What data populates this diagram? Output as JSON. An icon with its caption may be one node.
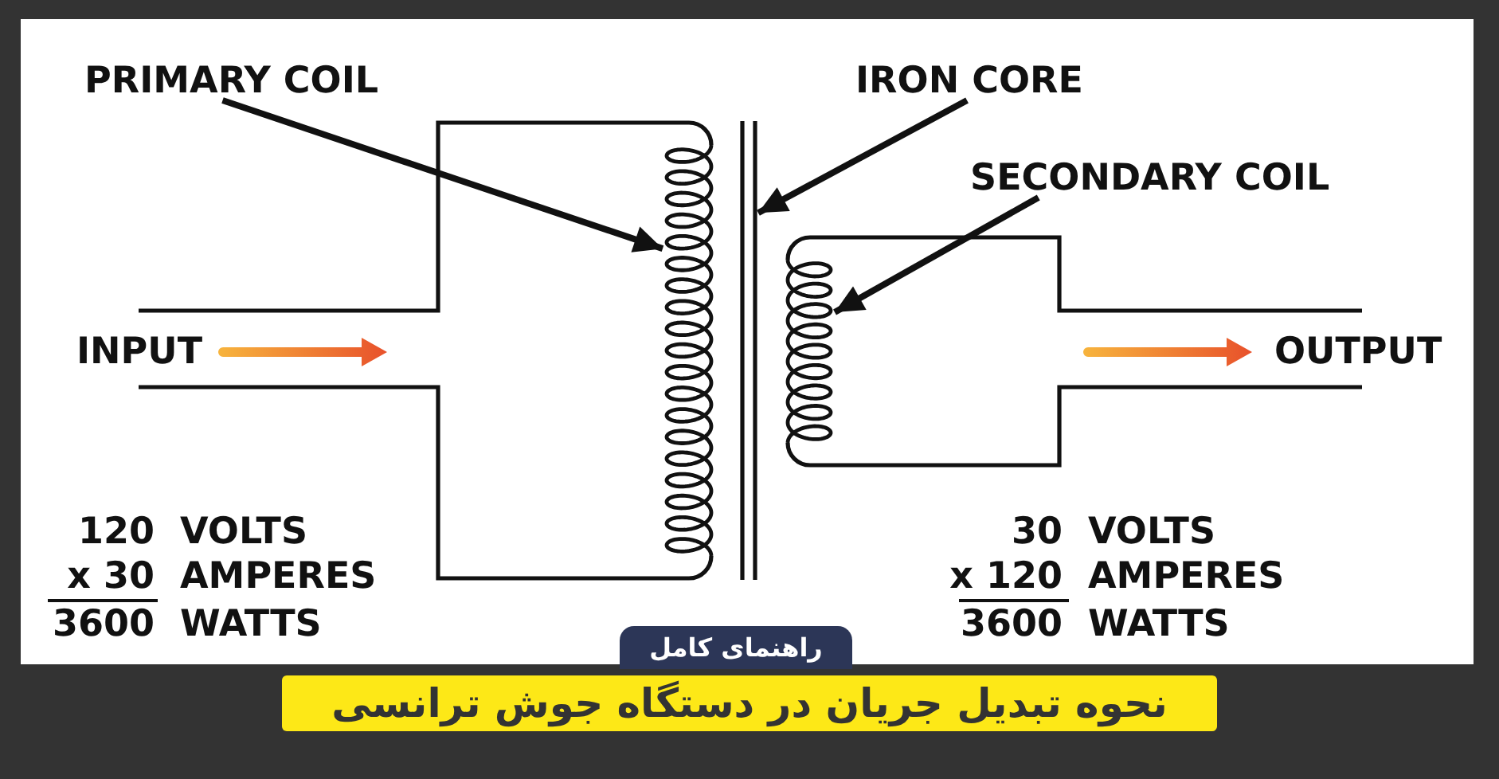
{
  "diagram": {
    "title": "نحوه تبدیل جریان در دستگاه جوش ترانسی",
    "nodes": [
      {
        "text": [
          "PRIMARY COIL"
        ]
      },
      {
        "text": [],
        "shape": "coil"
      },
      {
        "text": [
          "IRON CORE"
        ]
      },
      {
        "text": [],
        "shape": "bar"
      },
      {
        "text": [
          "SECONDARY COIL"
        ]
      },
      {
        "text": [],
        "shape": "coil"
      }
    ],
    "edges": [
      {
        "from": 0,
        "to": 1,
        "arrow": "to"
      },
      {
        "from": 2,
        "to": 3,
        "arrow": "to"
      },
      {
        "from": 4,
        "to": 5,
        "arrow": "to"
      }
    ],
    "labels": [
      "INPUT",
      "OUTPUT",
      "120",
      "VOLTS",
      "x 30",
      "AMPERES",
      "3600",
      "WATTS",
      "30",
      "VOLTS",
      "x 120",
      "AMPERES",
      "3600",
      "WATTS",
      "راهنمای کامل"
    ]
  }
}
